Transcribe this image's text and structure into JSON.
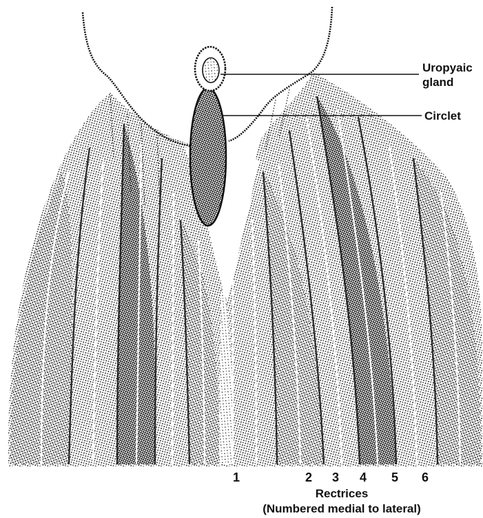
{
  "labels": {
    "uropygial_gland": [
      "Uropyaic",
      "gland"
    ],
    "circlet": "Circlet"
  },
  "rectrices": {
    "numbers": [
      "1",
      "2",
      "3",
      "4",
      "5",
      "6"
    ],
    "title": "Rectrices",
    "subtitle": "(Numbered medial to lateral)"
  },
  "colors": {
    "ink": "#111111",
    "background": "#ffffff"
  }
}
